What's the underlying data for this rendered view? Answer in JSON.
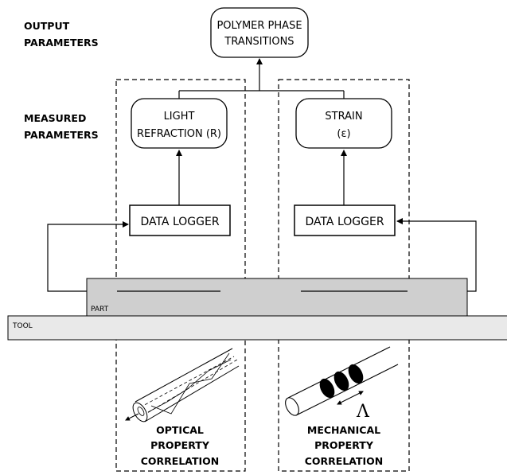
{
  "labels": {
    "output_line1": "OUTPUT",
    "output_line2": "PARAMETERS",
    "measured_line1": "MEASURED",
    "measured_line2": "PARAMETERS"
  },
  "output_box": {
    "line1": "POLYMER PHASE",
    "line2": "TRANSITIONS"
  },
  "light_box": {
    "line1": "LIGHT",
    "line2": "REFRACTION (R)"
  },
  "strain_box": {
    "line1": "STRAIN",
    "line2": "(ε)"
  },
  "left_logger": "DATA LOGGER",
  "right_logger": "DATA LOGGER",
  "part_label": "PART",
  "tool_label": "TOOL",
  "lambda_symbol": "Λ",
  "optical": {
    "line1": "OPTICAL",
    "line2": "PROPERTY",
    "line3": "CORRELATION"
  },
  "mechanical": {
    "line1": "MECHANICAL",
    "line2": "PROPERTY",
    "line3": "CORRELATION"
  }
}
